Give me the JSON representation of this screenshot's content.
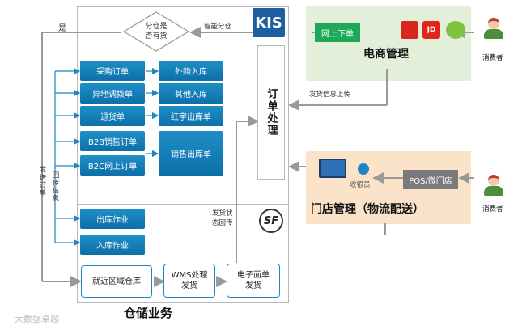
{
  "diagram": {
    "warehouse_title": "仓储业务",
    "decision": "分仓是\n否有货",
    "yes_label": "是",
    "smart_split": "智能分仓",
    "kis_logo": "KIS",
    "order_processing": "订单处理",
    "ship_info_upload": "发货信息上传",
    "ecommerce_title": "电商管理",
    "online_orders": "网上下单",
    "store_title": "门店管理（物流配送）",
    "pos_store": "POS/微门店",
    "cashier": "收银员",
    "consumer_top": "消费者",
    "consumer_bottom": "消费者",
    "send_order": "发送订单",
    "return_info": "回传信息",
    "ship_status_return": "发货状态回传",
    "sf_logo": "SF",
    "inbound_docs": [
      "采购订单",
      "异地调拨单",
      "退货单",
      "B2B销售订单",
      "B2C网上订单"
    ],
    "outbound_docs": [
      "外购入库",
      "其他入库",
      "红字出库单",
      "销售出库单"
    ],
    "ops": [
      "出库作业",
      "入库作业"
    ],
    "flow": [
      "就近区域仓库",
      "WMS处理\n发货",
      "电子面单\n发货"
    ],
    "watermark": "大数据卓越"
  },
  "colors": {
    "accent_blue": "#1c86c5",
    "green_panel": "#e3efd9",
    "orange_panel": "#fbe3c9",
    "green_button": "#1fa85a"
  }
}
